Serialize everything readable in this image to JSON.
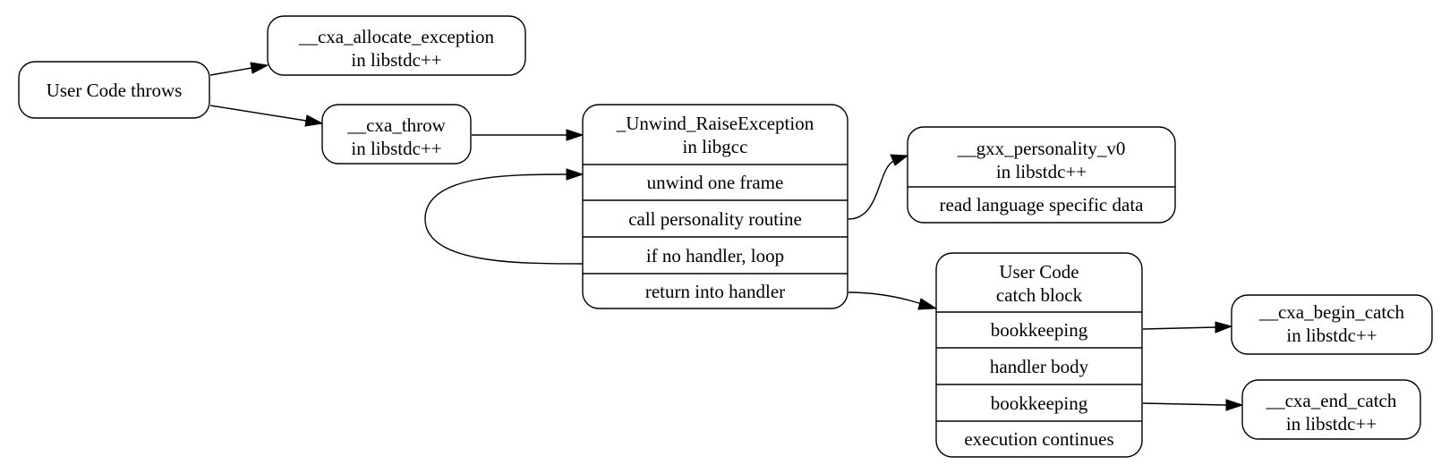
{
  "nodes": {
    "user_throws": {
      "lines": [
        "User Code throws"
      ]
    },
    "cxa_allocate": {
      "lines": [
        "__cxa_allocate_exception",
        "in libstdc++"
      ]
    },
    "cxa_throw": {
      "lines": [
        "__cxa_throw",
        "in libstdc++"
      ]
    },
    "unwind": {
      "header": [
        "_Unwind_RaiseException",
        "in libgcc"
      ],
      "rows": [
        "unwind one frame",
        "call personality routine",
        "if no handler, loop",
        "return into handler"
      ]
    },
    "personality": {
      "header": [
        "__gxx_personality_v0",
        "in libstdc++"
      ],
      "rows": [
        "read language specific data"
      ]
    },
    "catch_block": {
      "header": [
        "User Code",
        "catch block"
      ],
      "rows": [
        "bookkeeping",
        "handler body",
        "bookkeeping",
        "execution continues"
      ]
    },
    "begin_catch": {
      "lines": [
        "__cxa_begin_catch",
        "in libstdc++"
      ]
    },
    "end_catch": {
      "lines": [
        "__cxa_end_catch",
        "in libstdc++"
      ]
    }
  },
  "edges": [
    {
      "from": "user_throws",
      "to": "cxa_allocate"
    },
    {
      "from": "user_throws",
      "to": "cxa_throw"
    },
    {
      "from": "cxa_throw",
      "to": "unwind"
    },
    {
      "from": "unwind.if no handler, loop",
      "to": "unwind.unwind one frame"
    },
    {
      "from": "unwind.call personality routine",
      "to": "personality"
    },
    {
      "from": "unwind.return into handler",
      "to": "catch_block"
    },
    {
      "from": "catch_block.bookkeeping",
      "to": "begin_catch"
    },
    {
      "from": "catch_block.bookkeeping",
      "to": "end_catch"
    }
  ]
}
